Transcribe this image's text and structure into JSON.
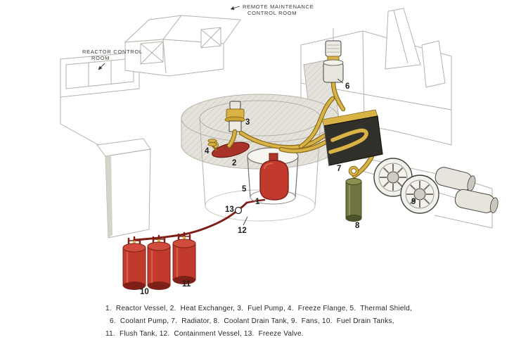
{
  "title_labels": {
    "remote_maintenance_line1": "REMOTE MAINTENANCE",
    "remote_maintenance_line2": "CONTROL ROOM",
    "reactor_control_line1": "REACTOR CONTROL",
    "reactor_control_line2": "ROOM"
  },
  "components": [
    {
      "number": "1",
      "name": "Reactor Vessel"
    },
    {
      "number": "2",
      "name": "Heat Exchanger"
    },
    {
      "number": "3",
      "name": "Fuel Pump"
    },
    {
      "number": "4",
      "name": "Freeze Flange"
    },
    {
      "number": "5",
      "name": "Thermal Shield"
    },
    {
      "number": "6",
      "name": "Coolant Pump"
    },
    {
      "number": "7",
      "name": "Radiator"
    },
    {
      "number": "8",
      "name": "Coolant Drain Tank"
    },
    {
      "number": "9",
      "name": "Fans"
    },
    {
      "number": "10",
      "name": "Fuel Drain Tanks"
    },
    {
      "number": "11",
      "name": "Flush Tank"
    },
    {
      "number": "12",
      "name": "Containment Vessel"
    },
    {
      "number": "13",
      "name": "Freeze Valve"
    }
  ],
  "caption": {
    "line1": "1.  Reactor Vessel, 2.  Heat Exchanger, 3.  Fuel Pump, 4.  Freeze Flange, 5.  Thermal Shield,",
    "line2": "6.  Coolant Pump, 7.  Radiator, 8.  Coolant Drain Tank, 9.  Fans, 10.  Fuel Drain Tanks,",
    "line3": "11.  Flush Tank, 12.  Containment Vessel, 13.  Freeze Valve."
  },
  "colors": {
    "paper": "#ffffff",
    "ink": "#1c1c1a",
    "line_dark": "#44423c",
    "line_faint": "#b4b2a9",
    "concrete": "#e4e2da",
    "hatch": "#c6c4bb",
    "pipe_yellow": "#d9b345",
    "pipe_yellow_dark": "#8a6d1e",
    "tank_red": "#c23a2c",
    "tank_red_dark": "#7e2018",
    "olive": "#6f7540",
    "olive_dark": "#44481f"
  }
}
